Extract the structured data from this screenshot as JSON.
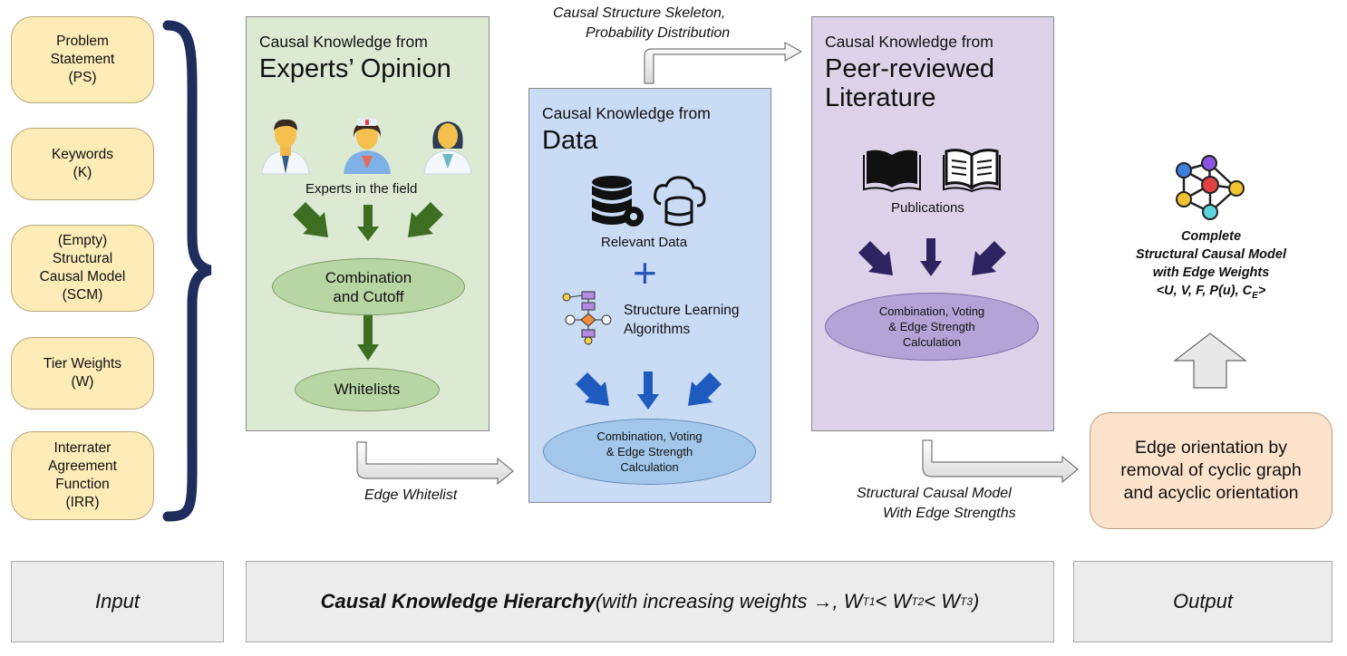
{
  "inputs": [
    {
      "line1": "Problem",
      "line2": "Statement",
      "line3": "(PS)"
    },
    {
      "line1": "Keywords",
      "line2": "(K)"
    },
    {
      "line1": "(Empty)",
      "line2": "Structural",
      "line3": "Causal Model",
      "line4": "(SCM)"
    },
    {
      "line1": "Tier Weights",
      "line2": "(W)"
    },
    {
      "line1": "Interrater",
      "line2": "Agreement",
      "line3": "Function",
      "line4": "(IRR)"
    }
  ],
  "experts": {
    "small_title": "Causal Knowledge from",
    "big_title": "Experts’ Opinion",
    "icon_label": "Experts in the field",
    "combo_line1": "Combination",
    "combo_line2": "and Cutoff",
    "whitelists": "Whitelists"
  },
  "data_panel": {
    "small_title": "Causal Knowledge from",
    "big_title": "Data",
    "relevant_data": "Relevant Data",
    "plus": "+",
    "algo_line1": "Structure Learning",
    "algo_line2": "Algorithms",
    "combo_line1": "Combination, Voting",
    "combo_line2": "& Edge Strength",
    "combo_line3": "Calculation"
  },
  "literature": {
    "small_title": "Causal Knowledge from",
    "big_line1": "Peer-reviewed",
    "big_line2": "Literature",
    "publications": "Publications",
    "combo_line1": "Combination, Voting",
    "combo_line2": "& Edge Strength",
    "combo_line3": "Calculation"
  },
  "arrow_labels": {
    "skeleton_line1": "Causal Structure Skeleton,",
    "skeleton_line2": "Probability Distribution",
    "edge_whitelist": "Edge Whitelist",
    "scm_line1": "Structural Causal Model",
    "scm_line2": "With Edge Strengths"
  },
  "output": {
    "title_line1": "Complete",
    "title_line2": "Structural Causal Model",
    "title_line3": "with Edge Weights",
    "tuple": "<U, V, F, P(u), C",
    "tuple_sub": "E",
    "tuple_end": ">",
    "orientation_line1": "Edge orientation by",
    "orientation_line2": "removal of cyclic graph",
    "orientation_line3": "and acyclic orientation"
  },
  "footer": {
    "input": "Input",
    "hierarchy_bold": "Causal Knowledge Hierarchy",
    "hierarchy_rest": " (with increasing weights →, W",
    "t1": "T1",
    "lt1": " < W",
    "t2": "T2",
    "lt2": " < W",
    "t3": "T3",
    "close": " )",
    "output": "Output"
  },
  "colors": {
    "input_fill": "#fdebb8",
    "experts_fill": "#dcead3",
    "data_fill": "#c9dbf5",
    "literature_fill": "#dcd3ea",
    "output_fill": "#fde3cc",
    "brace": "#1f2d5c",
    "green_arrow": "#3d6e22",
    "blue_arrow": "#1f5bbf",
    "purple_arrow": "#2d2360"
  }
}
